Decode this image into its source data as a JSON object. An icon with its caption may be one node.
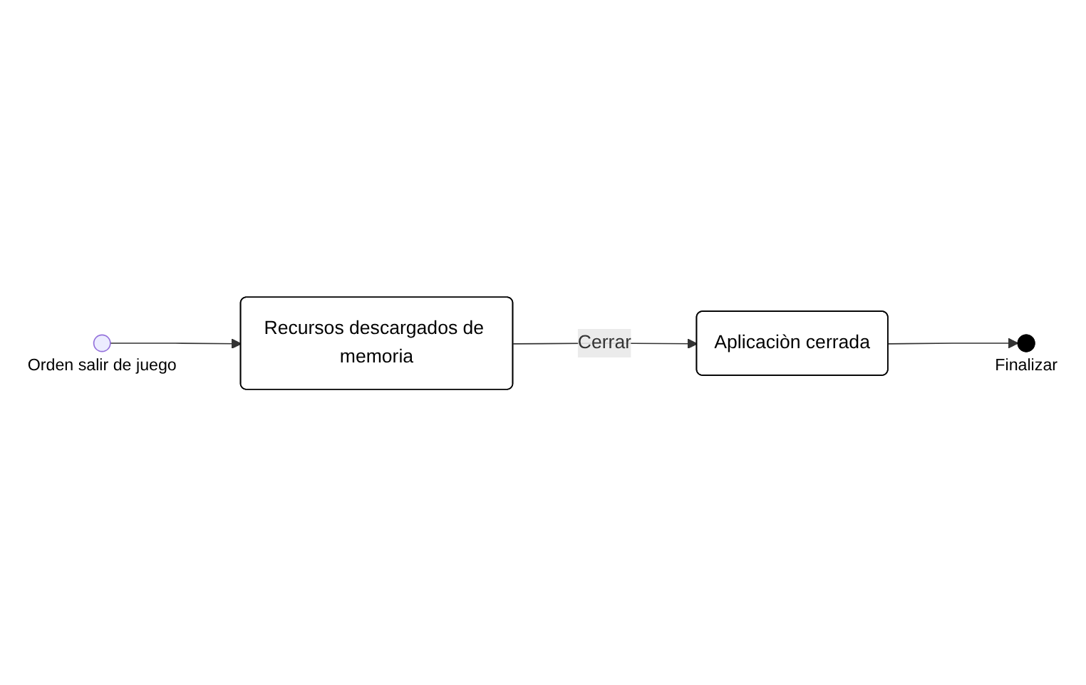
{
  "diagram": {
    "nodes": [
      {
        "text": [],
        "shape": "circle",
        "beside": [
          "Orden salir de juego"
        ]
      },
      {
        "text": [
          "Recursos descargados de memoria"
        ]
      },
      {
        "text": [
          "Aplicaciòn cerrada"
        ]
      },
      {
        "text": [],
        "shape": "circle",
        "beside": [
          "Finalizar"
        ]
      }
    ],
    "edges": [
      {
        "from": 0,
        "to": 1,
        "arrow": "to"
      },
      {
        "from": 1,
        "to": 2,
        "arrow": "to",
        "label": "Cerrar"
      },
      {
        "from": 2,
        "to": 3,
        "arrow": "to"
      }
    ]
  }
}
